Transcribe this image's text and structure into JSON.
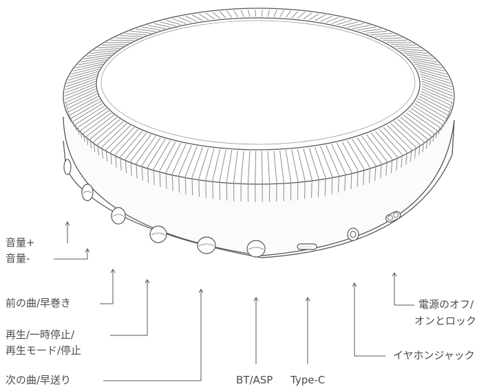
{
  "labels": {
    "volume_up": "音量+",
    "volume_down": "音量-",
    "prev_track": "前の曲/早巻き",
    "play_pause_line1": "再生/一時停止/",
    "play_pause_line2": "再生モード/停止",
    "next_track": "次の曲/早送り",
    "bt_asp": "BT/ASP",
    "type_c": "Type-C",
    "earphone_jack": "イヤホンジャック",
    "power_line1": "電源のオフ/",
    "power_line2": "オンとロック"
  },
  "colors": {
    "line": "#555555",
    "text": "#4a4a4a",
    "ridge": "#8a8a8a"
  }
}
